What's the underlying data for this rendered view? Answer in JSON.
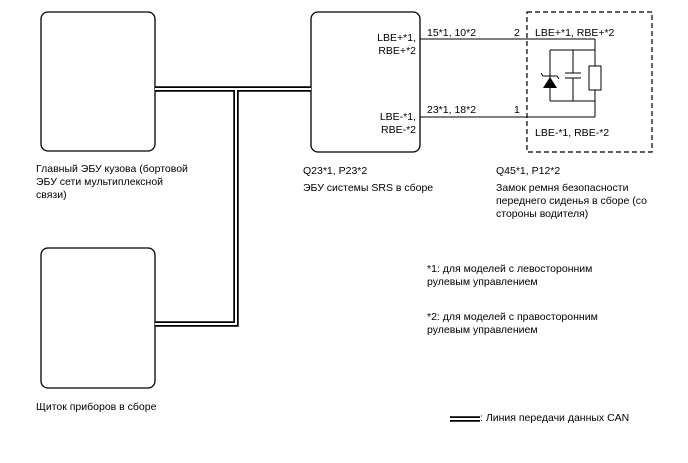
{
  "components": {
    "body_ecu": {
      "label": "Главный ЭБУ кузова (бортовой\nЭБУ сети мультиплексной\nсвязи)"
    },
    "meter": {
      "label": "Щиток приборов в сборе"
    },
    "srs_ecu": {
      "code": "Q23*1, P23*2",
      "label": "ЭБУ системы SRS в сборе",
      "terminal_plus": "LBE+*1,\nRBE+*2",
      "terminal_minus": "LBE-*1,\nRBE-*2"
    },
    "buckle_switch": {
      "code": "Q45*1, P12*2",
      "label": "Замок ремня безопасности\nпереднего сиденья в сборе (со\nстороны водителя)",
      "terminal_plus": "LBE+*1, RBE+*2",
      "terminal_minus": "LBE-*1, RBE-*2"
    }
  },
  "wires": {
    "plus_pins": "15*1, 10*2",
    "minus_pins": "23*1, 18*2",
    "plus_connector_pin": "2",
    "minus_connector_pin": "1"
  },
  "notes": {
    "note1": "*1: для моделей с левосторонним\nрулевым управлением",
    "note2": "*2: для моделей с правосторонним\nрулевым управлением"
  },
  "legend": {
    "can_line": ": Линия передачи данных CAN"
  }
}
